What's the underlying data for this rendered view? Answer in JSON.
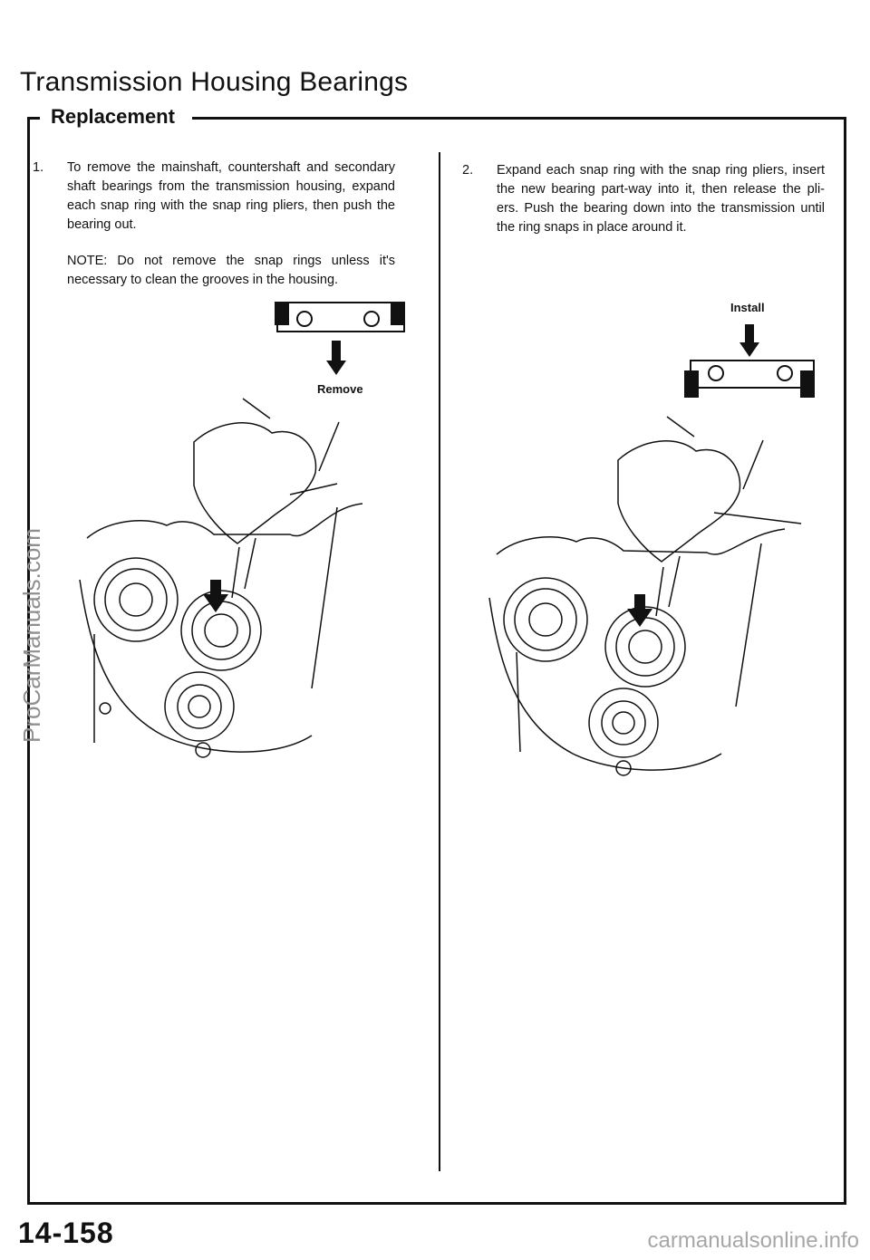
{
  "header": {
    "title": "Transmission Housing Bearings"
  },
  "section": {
    "title": "Replacement"
  },
  "steps": [
    {
      "number": "1.",
      "text": "To remove the mainshaft, countershaft and secondary shaft bearings from the transmission housing, expand each snap ring with the snap ring pliers, then push the bearing out."
    },
    {
      "number": "2.",
      "text": "Expand each snap ring with the snap ring pliers, insert the new bearing part-way into it, then release the pli- ers. Push the bearing down into the transmission until the ring snaps in place around it."
    }
  ],
  "note": "NOTE: Do not remove the snap rings unless it's necessary to clean the grooves in the housing.",
  "figures": {
    "remove_label": "Remove",
    "install_label": "Install"
  },
  "footer": {
    "page_number": "14-158",
    "url": "carmanualsonline.info",
    "watermark": "ProCarManuals.com"
  }
}
